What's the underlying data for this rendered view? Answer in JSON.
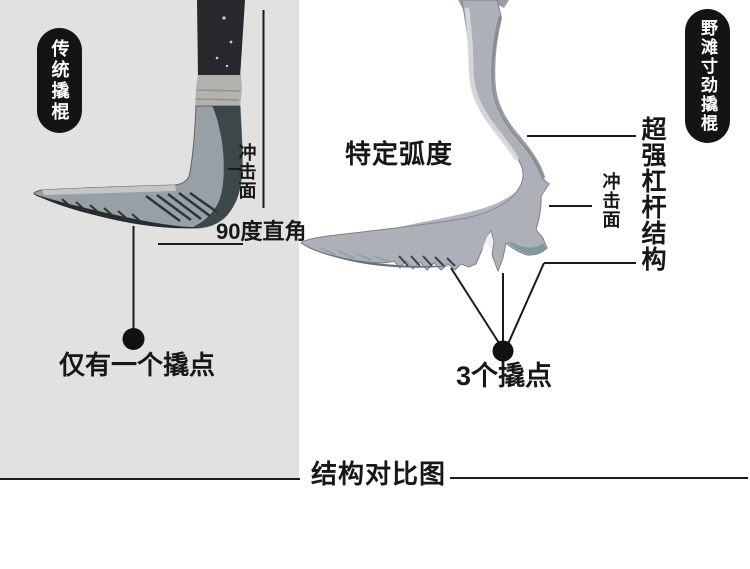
{
  "left": {
    "badge": "传统撬棍",
    "impact_face": "冲击面",
    "right_angle": "90度直角",
    "pry_points": "仅有一个撬点"
  },
  "right": {
    "badge": "野滩寸劲撬棍",
    "arc": "特定弧度",
    "lever": "超强杠杆结构",
    "impact_face": "冲击面",
    "pry_points": "3个撬点"
  },
  "footer": {
    "title": "结构对比图"
  },
  "colors": {
    "left_panel_bg": "#e2e1df",
    "right_panel_bg": "#ffffff",
    "badge_bg": "#141414",
    "badge_text": "#ffffff",
    "annotation_line": "#1a1a1a",
    "text": "#171717",
    "traditional_bar_metal": "#99a0a5",
    "new_bar_metal": "#adb0b7"
  }
}
